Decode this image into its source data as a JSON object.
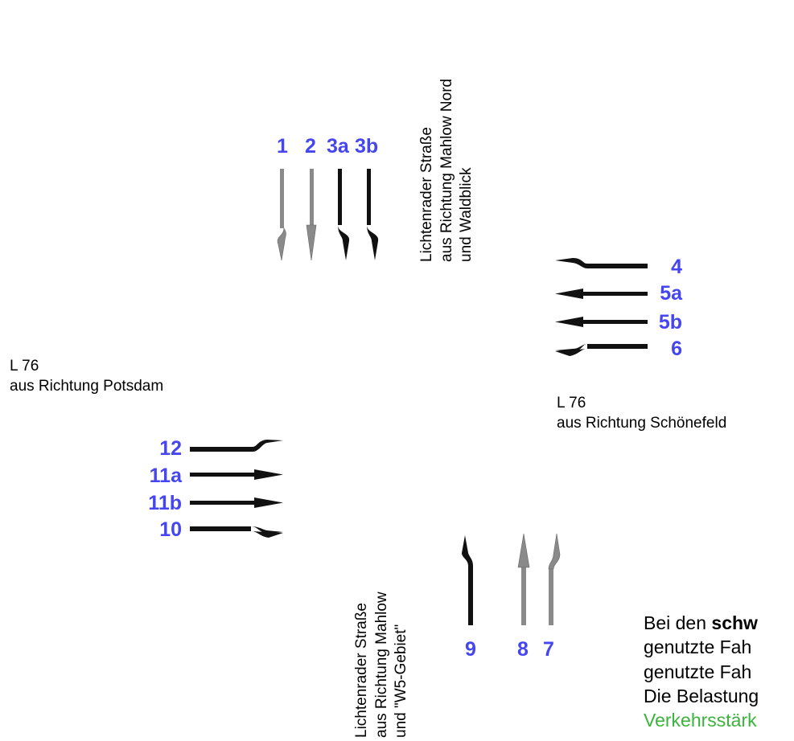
{
  "north": {
    "lanes": [
      {
        "id": "1",
        "color": "#8a8a8a"
      },
      {
        "id": "2",
        "color": "#8a8a8a"
      },
      {
        "id": "3a",
        "color": "#111111"
      },
      {
        "id": "3b",
        "color": "#111111"
      }
    ],
    "label": [
      "Lichtenrader Straße",
      "aus Richtung Mahlow Nord",
      "und Waldblick"
    ]
  },
  "east": {
    "lanes": [
      {
        "id": "4",
        "color": "#111111"
      },
      {
        "id": "5a",
        "color": "#111111"
      },
      {
        "id": "5b",
        "color": "#111111"
      },
      {
        "id": "6",
        "color": "#111111"
      }
    ],
    "label": [
      "L 76",
      "aus Richtung Schönefeld"
    ]
  },
  "west": {
    "lanes": [
      {
        "id": "12",
        "color": "#111111"
      },
      {
        "id": "11a",
        "color": "#111111"
      },
      {
        "id": "11b",
        "color": "#111111"
      },
      {
        "id": "10",
        "color": "#111111"
      }
    ],
    "label": [
      "L 76",
      "aus Richtung Potsdam"
    ]
  },
  "south": {
    "lanes": [
      {
        "id": "9",
        "color": "#111111"
      },
      {
        "id": "8",
        "color": "#8a8a8a"
      },
      {
        "id": "7",
        "color": "#8a8a8a"
      }
    ],
    "label": [
      "Lichtenrader Straße",
      "aus Richtung Mahlow",
      "und \"W5-Gebiet\""
    ]
  },
  "note": {
    "line1_pre": "Bei den ",
    "line1_bold": "schw",
    "line2": "genutzte Fah",
    "line3": "genutzte Fah",
    "line4": "Die Belastung",
    "line5": "Verkehrsstärk"
  }
}
